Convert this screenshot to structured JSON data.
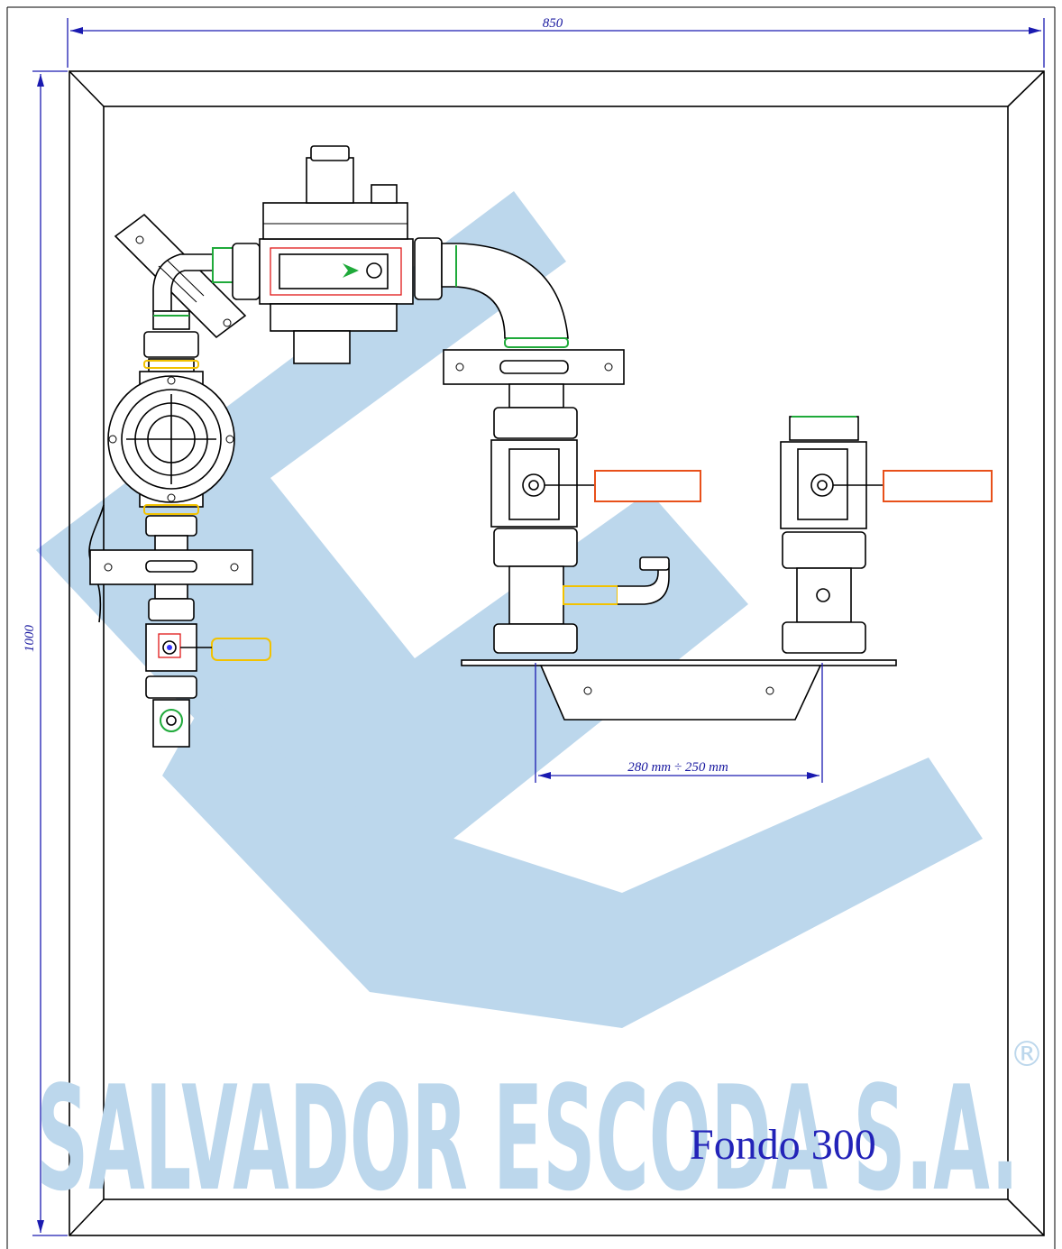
{
  "drawing": {
    "dim_width": "850",
    "dim_height": "1000",
    "dim_depth_range": "280 mm ÷ 250 mm",
    "label_fondo": "Fondo 300"
  },
  "watermark": {
    "text": "SALVADOR ESCODA S.A.",
    "registered_mark": "®",
    "color": "#bcd7ec"
  },
  "colors": {
    "dimension": "#1a1ab0",
    "handle_orange": "#e8501a",
    "handle_yellow": "#f2c200",
    "seal_green": "#1faa3a",
    "detail_red": "#e01818"
  }
}
